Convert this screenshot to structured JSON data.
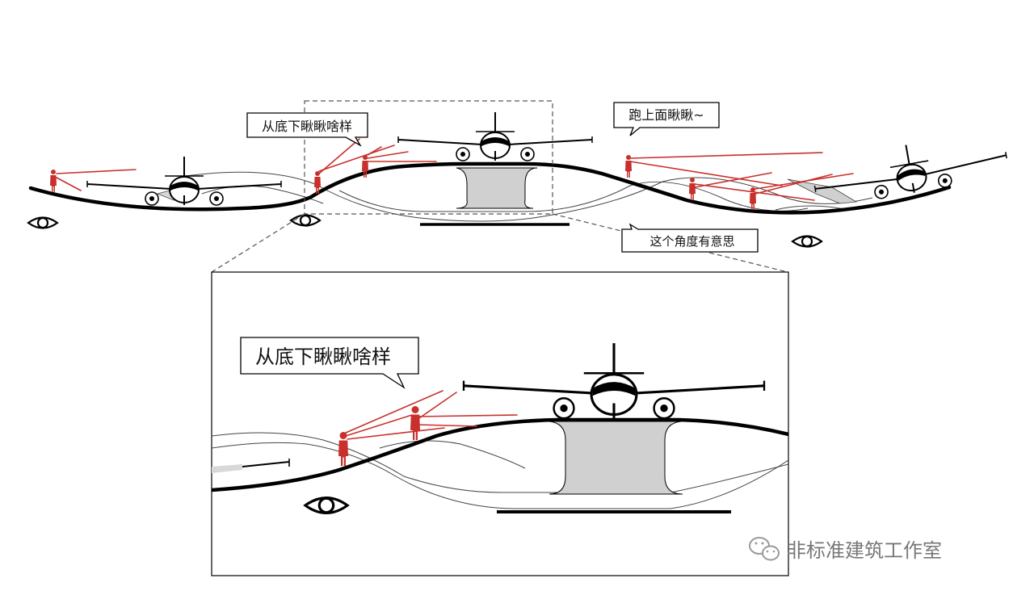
{
  "callouts": {
    "from_below": "从底下瞅瞅啥样",
    "run_on_top": "跑上面瞅瞅~",
    "interesting_angle": "这个角度有意思",
    "from_below_zoom": "从底下瞅瞅啥样"
  },
  "watermark": {
    "text": "非标准建筑工作室",
    "icon": "wechat-icon"
  },
  "colors": {
    "line": "#000000",
    "sightline": "#c9302c",
    "tunnel": "#d0d0d0"
  },
  "icons": [
    "eye-icon",
    "airplane-icon",
    "person-icon",
    "wechat-icon"
  ]
}
